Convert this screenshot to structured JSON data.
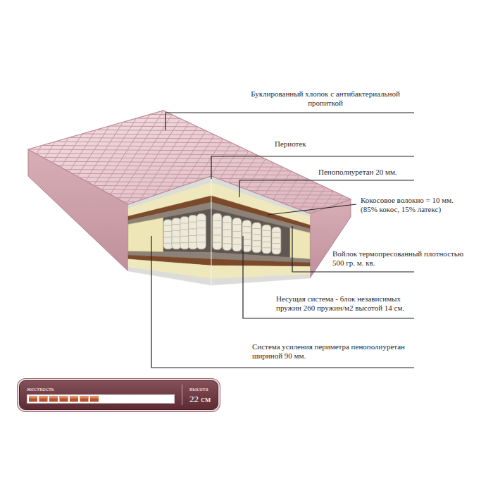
{
  "diagram": {
    "nodes": [
      {
        "text": [
          "жесткость",
          "высота",
          "22 см"
        ]
      }
    ],
    "labels": [
      "Буклированный хлопок с антибактериальной пропиткой",
      "Периотек",
      "Пенополиуретан 20 мм.",
      "Кокосовое волокно = 10 мм. (85% кокос, 15% латекс)",
      "Войлок термопресованный плотностью 500 гр. м. кв.",
      "Несущая система - блок независимых пружин 260 пружин/м2 высотой 14 см.",
      "Система усиления периметра пенополиуретан шириной 90 мм."
    ]
  }
}
